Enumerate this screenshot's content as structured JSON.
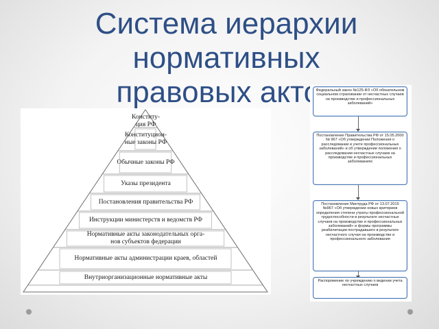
{
  "slide": {
    "title_lines": [
      "Система иерархии",
      "нормативных",
      "правовых актов"
    ]
  },
  "pyramid": {
    "levels": [
      "Конститу-\nция РФ",
      "Конституцион-\nные законы РФ",
      "Обычные законы РФ",
      "Указы президента",
      "Постановления правительства РФ",
      "Инструкции министерств и ведомств РФ",
      "Нормативные акты законодательных орга-\nнов субъектов федерации",
      "Нормативные акты администрации краев, областей",
      "Внутриорганизационные нормативные акты"
    ]
  },
  "flowchart": {
    "boxes": [
      "Федеральный закон №125-ФЗ «Об обязательном социальном страховании от несчастных случаев на производстве и профессиональных заболеваний»",
      "Постановление Правительства РФ от 15.05.2000 № 967 «Об утверждении Положения о расследовании и учете профессиональных заболеваний» и об утверждении положения о расследовании несчастных случаев на производстве и профессиональных заболеваниях",
      "Постановление Минтруда РФ от 13.07.2015 №967 «Об утверждении новых критериев определения степени утраты профессиональной трудоспособности в результате несчастных случаев на производстве и профессиональных заболеваний» и формы программы реабилитации пострадавшего в результате несчастного случая на производстве и профессионального заболевания",
      "Распоряжение по учреждению о ведении учета несчастных случаев"
    ]
  }
}
